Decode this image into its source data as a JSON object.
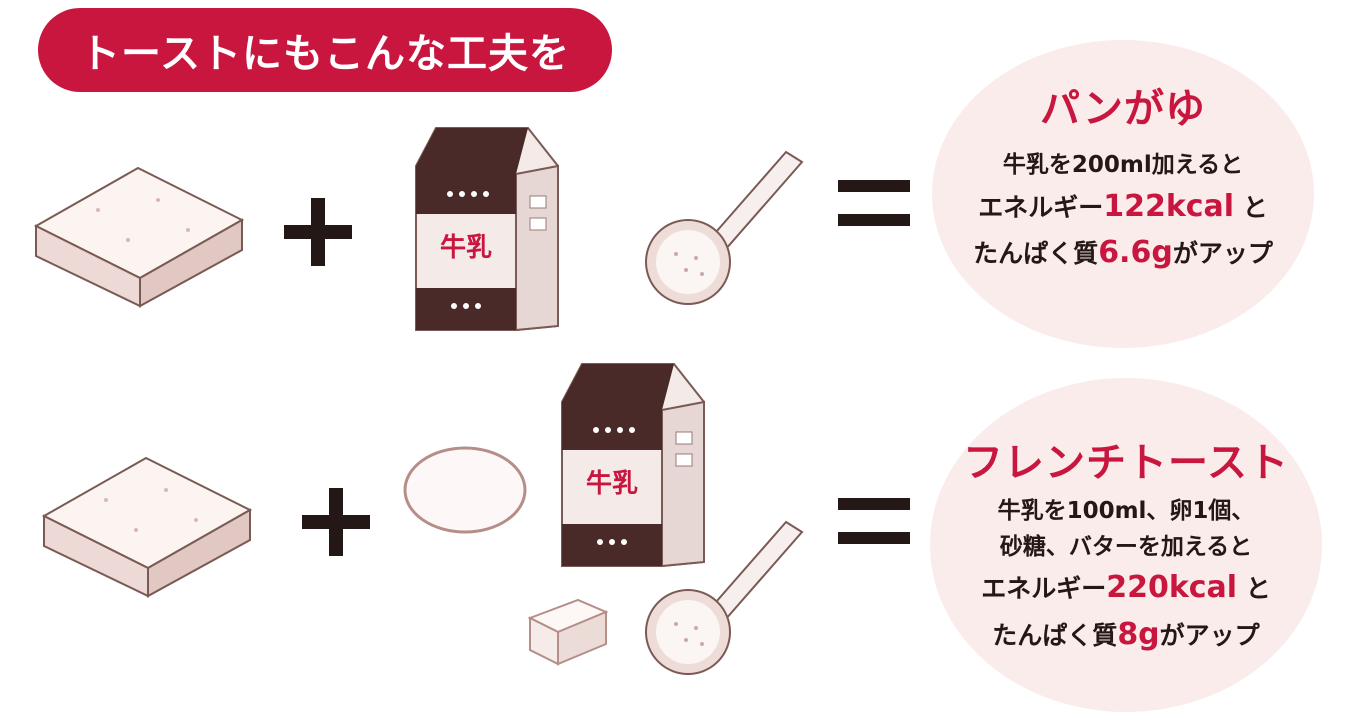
{
  "title": "トーストにもこんな工夫を",
  "milk_label": "牛乳",
  "row1": {
    "result_title": "パンがゆ",
    "line1": "牛乳を200ml加えると",
    "line2_pre": "エネルギー",
    "line2_val": "122kcal",
    "line2_post": " と",
    "line3_pre": "たんぱく質",
    "line3_val": "6.6g",
    "line3_post": "がアップ"
  },
  "row2": {
    "result_title": "フレンチトースト",
    "line1": "牛乳を100ml、卵1個、",
    "line2": "砂糖、バターを加えると",
    "line3_pre": "エネルギー",
    "line3_val": "220kcal",
    "line3_post": " と",
    "line4_pre": "たんぱく質",
    "line4_val": "8g",
    "line4_post": "がアップ"
  },
  "colors": {
    "accent": "#c8163f",
    "circle_bg": "#f9ecea",
    "dark": "#231815",
    "carton_top": "#4a2a28"
  }
}
